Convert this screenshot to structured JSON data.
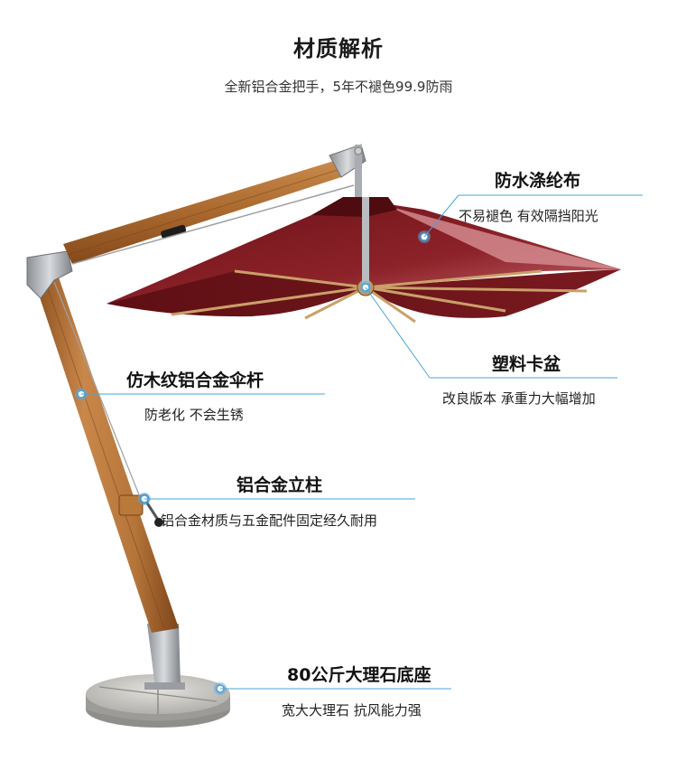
{
  "header": {
    "title": "材质解析",
    "subtitle": "全新铝合金把手，5年不褪色99.9防雨"
  },
  "features": [
    {
      "title": "防水涤纶布",
      "desc": "不易褪色 有效隔挡阳光"
    },
    {
      "title": "塑料卡盆",
      "desc": "改良版本 承重力大幅增加"
    },
    {
      "title": "仿木纹铝合金伞杆",
      "desc": "防老化 不会生锈"
    },
    {
      "title": "铝合金立柱",
      "desc": "铝合金材质与五金配件固定经久耐用"
    },
    {
      "title": "80公斤大理石底座",
      "desc": "宽大大理石 抗风能力强"
    }
  ],
  "colors": {
    "canopy": "#7a1a20",
    "wood": "#b8793a",
    "callout_line": "#4aa3d8",
    "marble": "#c8c8c4"
  }
}
